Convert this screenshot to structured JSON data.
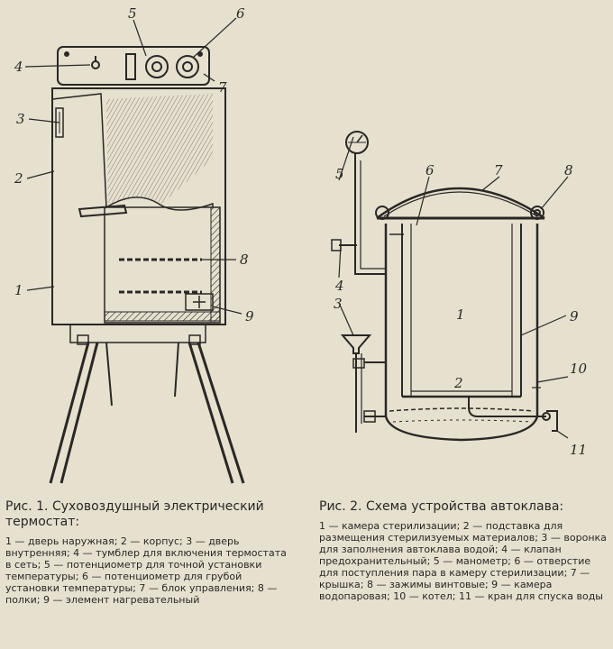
{
  "figure1": {
    "title": "Рис. 1. Суховоздушный электрический термостат:",
    "legend": "1 — дверь наружная; 2 — корпус; 3 — дверь внутренняя; 4 — тумблер для включения термостата в сеть; 5 — потенциометр для точной установки температуры; 6 — потенциометр для грубой установки температуры; 7 — блок управления; 8 — полки; 9 — элемент нагревательный",
    "labels": [
      "1",
      "2",
      "3",
      "4",
      "5",
      "6",
      "7",
      "8",
      "9"
    ]
  },
  "figure2": {
    "title": "Рис. 2. Схема устройства автоклава:",
    "legend": "1 — камера стерилизации; 2 — подставка для размещения стерилизуемых материалов; 3 — воронка для заполнения автоклава водой; 4 — клапан предохранительный; 5 — манометр; 6 — отверстие для поступления пара в камеру стерилизации; 7 — крышка; 8 — зажимы винтовые; 9 — камера водопаровая; 10 — котел; 11 — кран для спуска воды",
    "labels": [
      "1",
      "2",
      "3",
      "4",
      "5",
      "6",
      "7",
      "8",
      "9",
      "10",
      "11"
    ]
  },
  "colors": {
    "paper": "#e6e0cf",
    "ink": "#2a2724"
  }
}
